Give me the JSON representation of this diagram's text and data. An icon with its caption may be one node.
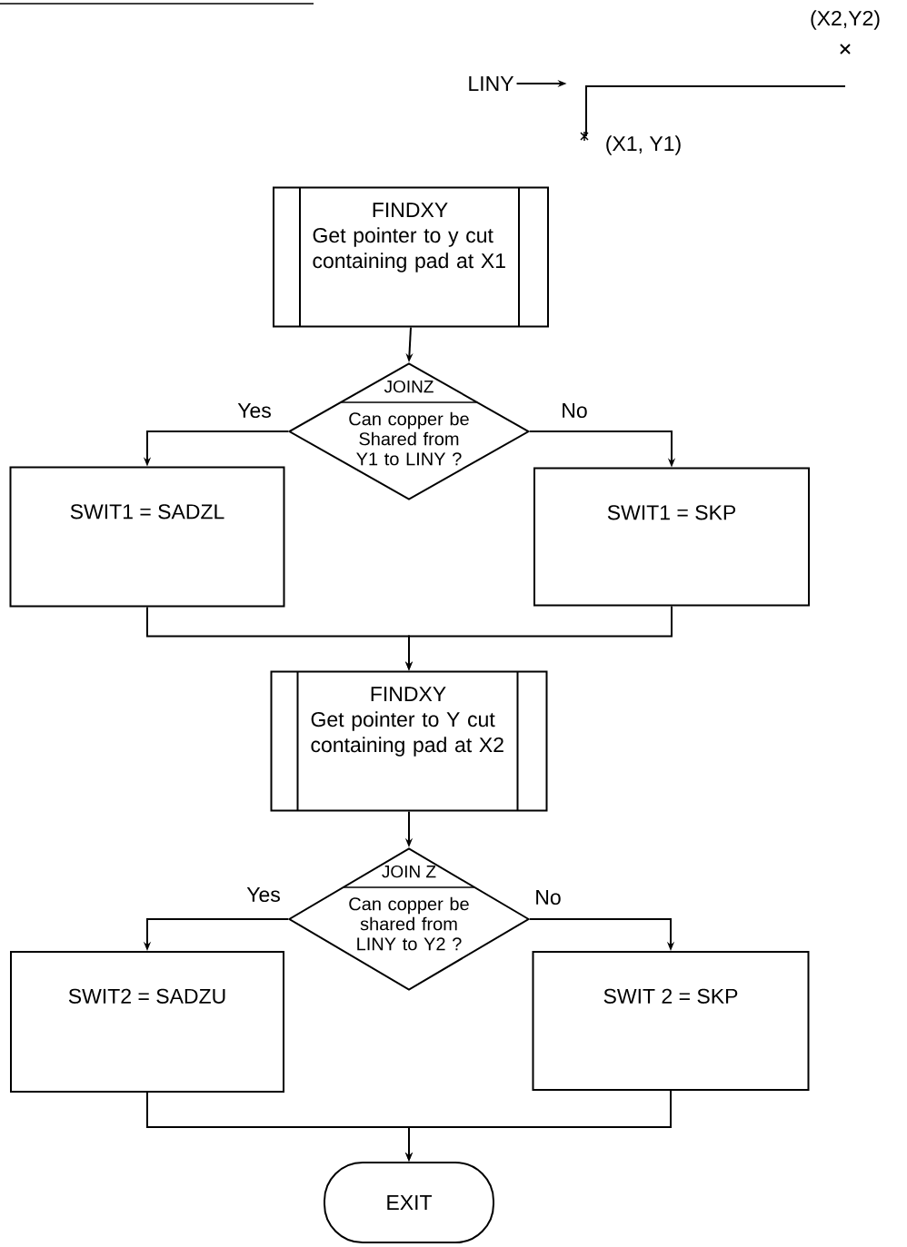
{
  "diagram": {
    "nodes": [
      {
        "text": [
          "LINY"
        ]
      },
      {
        "text": [
          "FINDXY",
          "Get pointer to y cut containing pad at X1"
        ]
      },
      {
        "text": [
          "JOINZ",
          "Can copper be Shared from Y1 to LINY ?"
        ]
      },
      {
        "text": [
          "SWIT1 = SADZL"
        ]
      },
      {
        "text": [
          "SWIT1 = SKP"
        ]
      },
      {
        "text": [
          "FINDXY",
          "Get pointer to Y cut containing pad at X2"
        ]
      },
      {
        "text": [
          "JOIN Z",
          "Can copper be shared from LINY to Y2 ?"
        ]
      },
      {
        "text": [
          "SWIT2 = SADZU"
        ]
      },
      {
        "text": [
          "SWIT 2 = SKP"
        ]
      },
      {
        "text": [
          "EXIT"
        ]
      }
    ],
    "edges": [
      {
        "from": 0,
        "to": null,
        "arrow": "to"
      },
      {
        "from": 1,
        "to": 2,
        "arrow": "to"
      },
      {
        "from": 2,
        "to": 3,
        "arrow": "to",
        "label": "Yes"
      },
      {
        "from": 2,
        "to": 4,
        "arrow": "to",
        "label": "No"
      },
      {
        "from": 3,
        "to": 5,
        "arrow": "to"
      },
      {
        "from": 4,
        "to": 5,
        "arrow": "to"
      },
      {
        "from": 5,
        "to": 6,
        "arrow": "to"
      },
      {
        "from": 6,
        "to": 7,
        "arrow": "to",
        "label": "Yes"
      },
      {
        "from": 6,
        "to": 8,
        "arrow": "to",
        "label": "No"
      },
      {
        "from": 7,
        "to": 9,
        "arrow": "to"
      },
      {
        "from": 8,
        "to": 9,
        "arrow": "to"
      }
    ],
    "labels": [
      "(X2,Y2)",
      "(X1, Y1)"
    ]
  }
}
